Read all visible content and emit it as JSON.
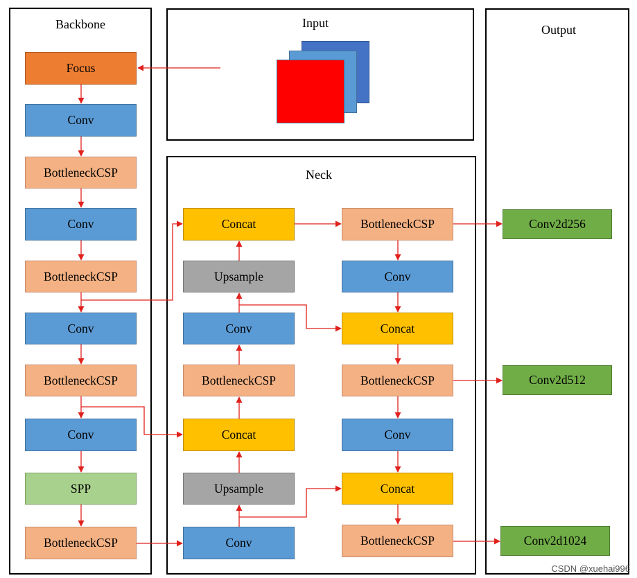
{
  "panels": {
    "backbone": "Backbone",
    "input": "Input",
    "output": "Output",
    "neck": "Neck"
  },
  "backbone": {
    "focus": "Focus",
    "conv1": "Conv",
    "bcsp1": "BottleneckCSP",
    "conv2": "Conv",
    "bcsp2": "BottleneckCSP",
    "conv3": "Conv",
    "bcsp3": "BottleneckCSP",
    "conv4": "Conv",
    "spp": "SPP",
    "bcsp4": "BottleneckCSP"
  },
  "neck": {
    "concat1": "Concat",
    "upsample1": "Upsample",
    "conv1": "Conv",
    "bcsp1": "BottleneckCSP",
    "concat2": "Concat",
    "upsample2": "Upsample",
    "conv2": "Conv",
    "bcsp_out1": "BottleneckCSP",
    "conv_r1": "Conv",
    "concat_r1": "Concat",
    "bcsp_out2": "BottleneckCSP",
    "conv_r2": "Conv",
    "concat_r2": "Concat",
    "bcsp_out3": "BottleneckCSP"
  },
  "output": {
    "o1": "Conv2d256",
    "o2": "Conv2d512",
    "o3": "Conv2d1024"
  },
  "colors": {
    "arrow": "#e0201b",
    "input_front": "#ff0000",
    "input_mid": "#5b9bd5",
    "input_back": "#4472c4"
  },
  "watermark": "CSDN @xuehai996"
}
